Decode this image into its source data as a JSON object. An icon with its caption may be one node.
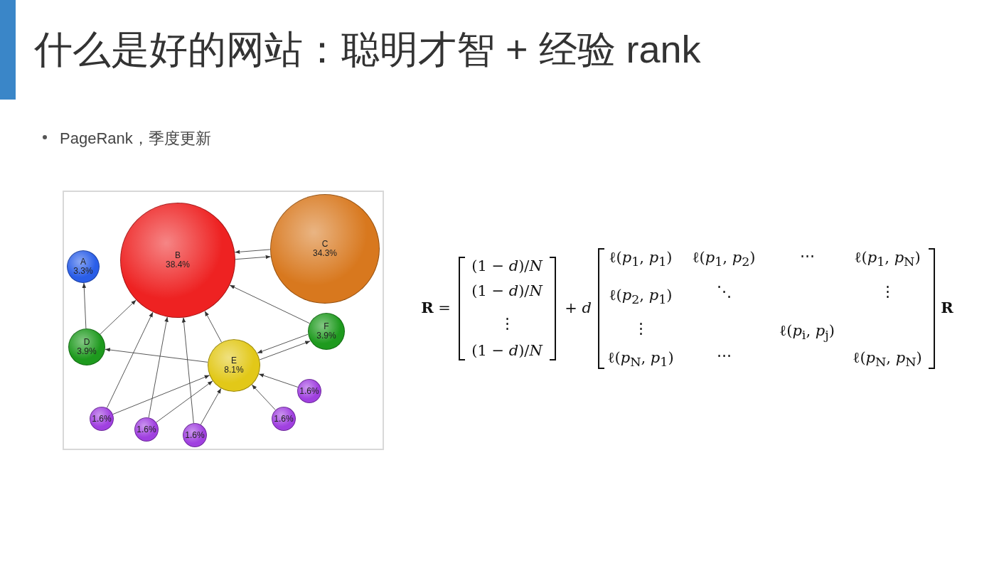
{
  "diagram": {
    "title": "什么是好的网站：聪明才智 + 经验 rank",
    "nodes": [
      {
        "text": [
          "A",
          "3.3%"
        ]
      },
      {
        "text": [
          "B",
          "38.4%"
        ]
      },
      {
        "text": [
          "C",
          "34.3%"
        ]
      },
      {
        "text": [
          "D",
          "3.9%"
        ]
      },
      {
        "text": [
          "E",
          "8.1%"
        ]
      },
      {
        "text": [
          "F",
          "3.9%"
        ]
      },
      {
        "text": [
          "1.6%"
        ]
      },
      {
        "text": [
          "1.6%"
        ]
      },
      {
        "text": [
          "1.6%"
        ]
      },
      {
        "text": [
          "1.6%"
        ]
      },
      {
        "text": [
          "1.6%"
        ]
      }
    ],
    "edges": [
      {
        "from": 1,
        "to": 2,
        "arrow": "to"
      },
      {
        "from": 2,
        "to": 1,
        "arrow": "to"
      },
      {
        "from": 3,
        "to": 0,
        "arrow": "to"
      },
      {
        "from": 3,
        "to": 1,
        "arrow": "to"
      },
      {
        "from": 4,
        "to": 1,
        "arrow": "to"
      },
      {
        "from": 4,
        "to": 3,
        "arrow": "to"
      },
      {
        "from": 4,
        "to": 5,
        "arrow": "to"
      },
      {
        "from": 5,
        "to": 4,
        "arrow": "to"
      },
      {
        "from": 5,
        "to": 1,
        "arrow": "to"
      },
      {
        "from": 6,
        "to": 1,
        "arrow": "to"
      },
      {
        "from": 6,
        "to": 4,
        "arrow": "to"
      },
      {
        "from": 7,
        "to": 1,
        "arrow": "to"
      },
      {
        "from": 7,
        "to": 4,
        "arrow": "to"
      },
      {
        "from": 8,
        "to": 1,
        "arrow": "to"
      },
      {
        "from": 8,
        "to": 4,
        "arrow": "to"
      },
      {
        "from": 9,
        "to": 4,
        "arrow": "to"
      },
      {
        "from": 10,
        "to": 4,
        "arrow": "to"
      }
    ],
    "labels": [
      "PageRank，季度更新",
      "**R** =",
      "(1 − *d*)/*N*",
      "(1 − *d*)/*N*",
      "⋮",
      "(1 − *d*)/*N*",
      "+ *d*",
      "ℓ(*p*$_{1}$, *p*$_{1}$)",
      "ℓ(*p*$_{1}$, *p*$_{2}$)",
      "⋯",
      "ℓ(*p*$_{1}$, *p*$_{N}$)",
      "ℓ(*p*$_{2}$, *p*$_{1}$)",
      "⋱",
      "⋮",
      "⋮",
      "ℓ(*p*$_{i}$, *p*$_{j}$)",
      "ℓ(*p*$_{N}$, *p*$_{1}$)",
      "⋯",
      "ℓ(*p*$_{N}$, *p*$_{N}$)",
      "**R**"
    ]
  }
}
